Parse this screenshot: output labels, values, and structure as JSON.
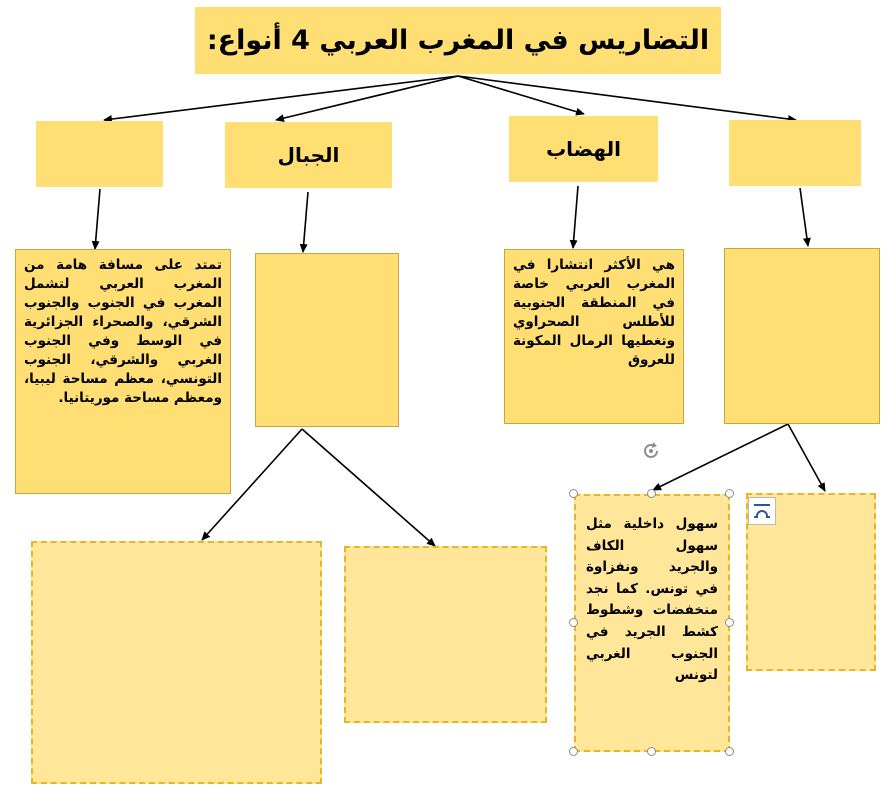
{
  "title": "التضاريس في المغرب العربي 4 أنواع:",
  "categories": [
    {
      "id": "cat-1",
      "label": ""
    },
    {
      "id": "cat-mountains",
      "label": "الجبال"
    },
    {
      "id": "cat-plateaus",
      "label": "الهضاب"
    },
    {
      "id": "cat-4",
      "label": ""
    }
  ],
  "descriptions": {
    "desc_1": "تمتد على مسافة هامة من المغرب العربي لتشمل المغرب في الجنوب والجنوب الشرقي، والصحراء الجزائرية في الوسط وفي الجنوب الغربي والشرقي، الجنوب التونسي، معظم مساحة ليبيا، ومعظم مساحة موريتانيا.",
    "desc_mountains": "",
    "desc_plateaus": "هي الأكثر انتشارا في المغرب العربي خاصة في المنطقة الجنوبية للأطلس الصحراوي وتغطيها الرمال المكونة للعروق",
    "desc_4": ""
  },
  "sub_boxes": {
    "mountains_left": "",
    "mountains_right": "",
    "plains_left": "سهول داخلية مثل سهول الكاف والجريد ونفزاوة في تونس. كما نجد منخفضات وشطوط كشط الجريد في الجنوب الغربي لتونس",
    "plains_right": ""
  },
  "colors": {
    "box_fill": "#FFDE73",
    "dashed_fill": "#FFE699",
    "dashed_border": "#E6B725"
  },
  "icons": {
    "rotate": "rotate-handle-icon",
    "layout": "layout-options-icon"
  }
}
